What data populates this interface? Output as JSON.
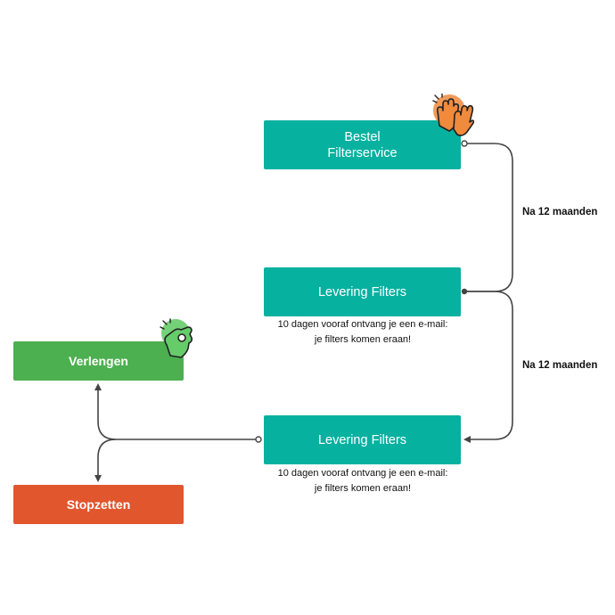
{
  "nodes": {
    "order": {
      "line1": "Bestel",
      "line2": "Filterservice"
    },
    "delivery1": {
      "label": "Levering Filters",
      "note_line1": "10 dagen vooraf ontvang je een e-mail:",
      "note_line2": "je filters komen eraan!"
    },
    "delivery2": {
      "label": "Levering Filters",
      "note_line1": "10 dagen vooraf ontvang je een e-mail:",
      "note_line2": "je filters komen eraan!"
    },
    "renew": {
      "label": "Verlengen"
    },
    "stop": {
      "label": "Stopzetten"
    }
  },
  "edges": {
    "order_to_delivery1": "Na 12 maanden",
    "delivery1_to_delivery2": "Na 12 maanden"
  },
  "icons": {
    "order": "high-five-icon",
    "renew": "ok-hand-icon"
  },
  "colors": {
    "teal": "#07b1a0",
    "green": "#4caf50",
    "orange": "#e1562d",
    "connector": "#444444",
    "icon_orange": "#f08a3c",
    "icon_green": "#66cc6a"
  }
}
